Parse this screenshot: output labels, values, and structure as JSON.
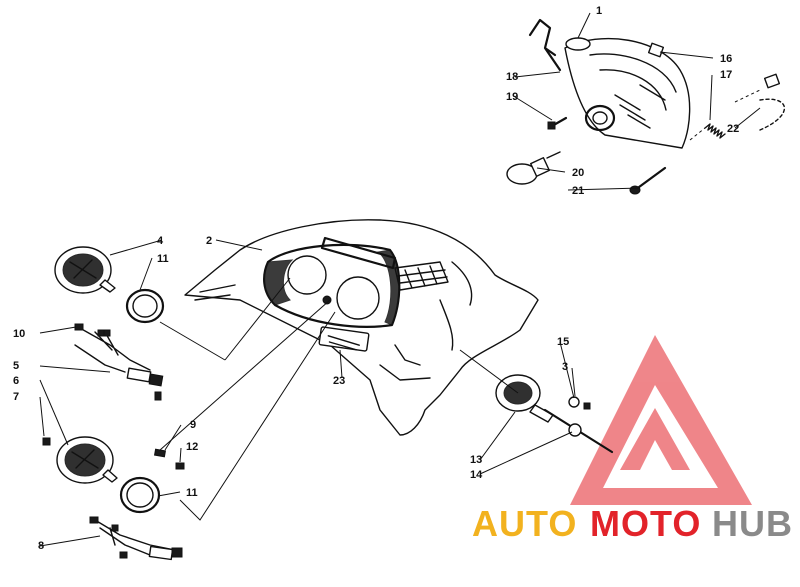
{
  "diagram": {
    "part_labels": [
      "1",
      "2",
      "3",
      "4",
      "5",
      "6",
      "7",
      "8",
      "9",
      "10",
      "11",
      "11",
      "12",
      "13",
      "14",
      "15",
      "16",
      "17",
      "18",
      "19",
      "20",
      "21",
      "22",
      "23"
    ]
  },
  "watermark": {
    "word_parts": [
      "AUTO",
      "MOTO",
      "HUB"
    ],
    "colors": {
      "triangle": "#e2232a",
      "auto": "#f2b21f",
      "moto": "#e2232a",
      "hub": "#8a8a8a"
    }
  }
}
